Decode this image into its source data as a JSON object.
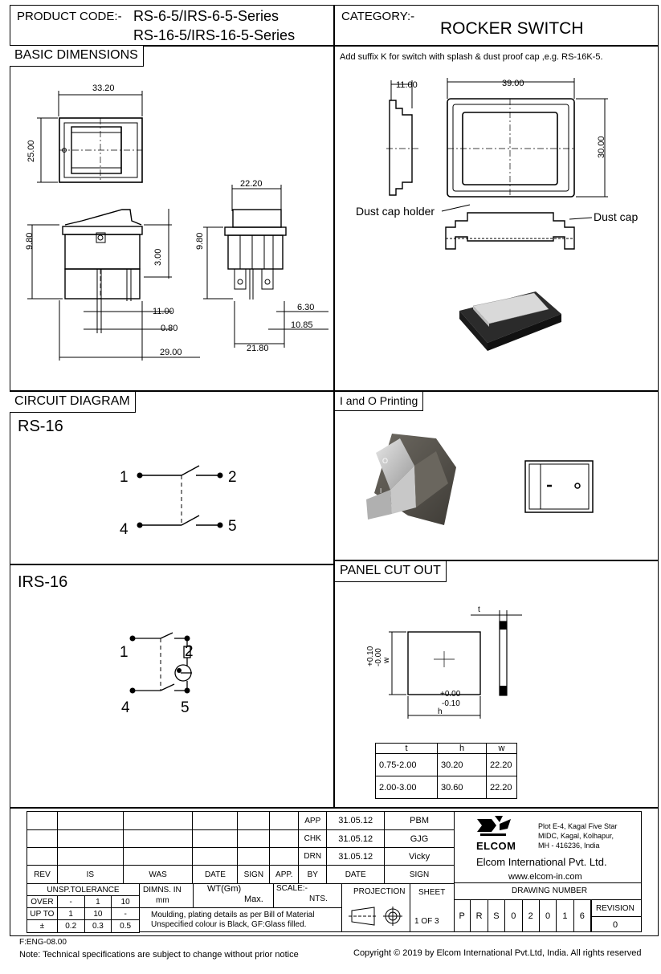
{
  "header": {
    "product_code_label": "PRODUCT CODE:-",
    "product_code_line1": "RS-6-5/IRS-6-5-Series",
    "product_code_line2": "RS-16-5/IRS-16-5-Series",
    "category_label": "CATEGORY:-",
    "category_value": "ROCKER SWITCH"
  },
  "sections": {
    "basic_dimensions": "BASIC DIMENSIONS",
    "circuit_diagram": "CIRCUIT DIAGRAM",
    "io_printing": "I and O Printing",
    "panel_cut_out": "PANEL CUT OUT"
  },
  "dimensions": {
    "top_width": "33.20",
    "top_height": "25.00",
    "side_height": "9.80",
    "side_small": "3.00",
    "side_11": "11.00",
    "side_080": "0.80",
    "side_29": "29.00",
    "front_width": "22.20",
    "front_height": "9.80",
    "front_630": "6.30",
    "front_1085": "10.85",
    "front_2180": "21.80"
  },
  "dust_cap": {
    "note": "Add suffix K for switch with splash & dust proof cap ,e.g. RS-16K-5.",
    "dim_11": "11.00",
    "dim_39": "39.00",
    "dim_30": "30.00",
    "holder_label": "Dust cap holder",
    "cap_label": "Dust cap"
  },
  "circuit": {
    "rs_title": "RS-16",
    "irs_title": "IRS-16",
    "pins": [
      "1",
      "2",
      "4",
      "5"
    ]
  },
  "panel": {
    "t_label": "t",
    "w_tol": "+0.10\n-0.00\nw",
    "w_tol_plus": "+0.10",
    "w_tol_minus": "-0.00",
    "w_label": "w",
    "h_tol_plus": "+0.00",
    "h_tol_minus": "-0.10",
    "h_label": "h",
    "table_headers": [
      "t",
      "h",
      "w"
    ],
    "table_rows": [
      [
        "0.75-2.00",
        "30.20",
        "22.20"
      ],
      [
        "2.00-3.00",
        "30.60",
        "22.20"
      ]
    ]
  },
  "title_block": {
    "app_label": "APP",
    "app_date": "31.05.12",
    "app_name": "PBM",
    "chk_label": "CHK",
    "chk_date": "31.05.12",
    "chk_name": "GJG",
    "drn_label": "DRN",
    "drn_date": "31.05.12",
    "drn_name": "Vicky",
    "rev_headers": [
      "REV",
      "IS",
      "WAS",
      "DATE",
      "SIGN",
      "APP.",
      "BY",
      "DATE",
      "SIGN"
    ],
    "tol_title": "UNSP.TOLERANCE",
    "tol_over": [
      "OVER",
      "-",
      "1",
      "10"
    ],
    "tol_upto": [
      "UP TO",
      "1",
      "10",
      "-"
    ],
    "tol_pm": [
      "±",
      "0.2",
      "0.3",
      "0.5"
    ],
    "dimns_label": "DIMNS.  IN",
    "dimns_unit": "mm",
    "wt_label": "WT(Gm)",
    "wt_value": "Max.",
    "scale_label": "SCALE:-",
    "scale_value": "NTS.",
    "projection": "PROJECTION",
    "sheet": "SHEET",
    "sheet_value": "1  OF  3",
    "moulding_note1": "Moulding, plating details as per Bill of Material",
    "moulding_note2": "Unspecified colour is Black, GF:Glass filled.",
    "company_address1": "Plot E-4, Kagal Five Star",
    "company_address2": "MIDC, Kagal, Kolhapur,",
    "company_address3": "MH - 416236, India",
    "logo_text": "ELCOM",
    "company_name": "Elcom International Pvt. Ltd.",
    "website": "www.elcom-in.com",
    "drawing_number_label": "DRAWING NUMBER",
    "drawing_number": [
      "P",
      "R",
      "S",
      "0",
      "2",
      "0",
      "1",
      "6"
    ],
    "revision_label": "REVISION",
    "revision_value": "0"
  },
  "footer": {
    "form_no": "F:ENG-08.00",
    "note": "Note: Technical specifications are subject to change without prior notice",
    "copyright": "Copyright © 2019  by Elcom International Pvt.Ltd, India. All rights reserved"
  }
}
